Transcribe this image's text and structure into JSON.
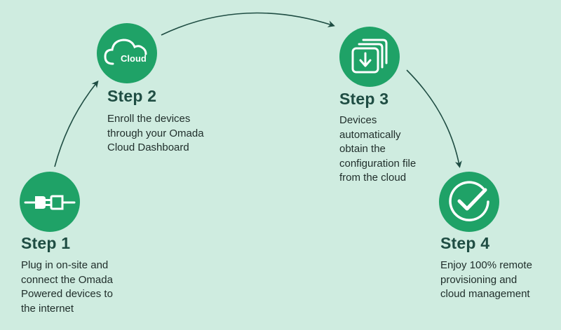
{
  "colors": {
    "background": "#cfece0",
    "accent": "#1fa267",
    "title": "#1f4d43",
    "text": "#1f2d2a",
    "arrow": "#1f4d43"
  },
  "steps": [
    {
      "title": "Step 1",
      "description": "Plug in on-site and\nconnect the Omada\nPowered devices to\nthe internet",
      "icon": "plug-icon"
    },
    {
      "title": "Step 2",
      "description": "Enroll the devices\nthrough your Omada\nCloud Dashboard",
      "icon": "cloud-icon",
      "icon_label": "Cloud"
    },
    {
      "title": "Step 3",
      "description": "Devices\nautomatically\nobtain the\nconfiguration file\nfrom the cloud",
      "icon": "download-icon"
    },
    {
      "title": "Step 4",
      "description": "Enjoy 100% remote\nprovisioning and\ncloud management",
      "icon": "checkmark-icon"
    }
  ]
}
